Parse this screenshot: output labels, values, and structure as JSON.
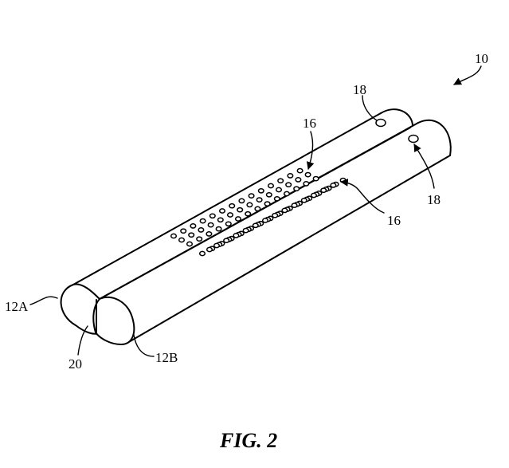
{
  "labels": {
    "ref_10": "10",
    "ref_18_top": "18",
    "ref_18_right": "18",
    "ref_16_top": "16",
    "ref_16_right": "16",
    "ref_12a": "12A",
    "ref_12b": "12B",
    "ref_20": "20"
  },
  "caption": "FIG. 2"
}
